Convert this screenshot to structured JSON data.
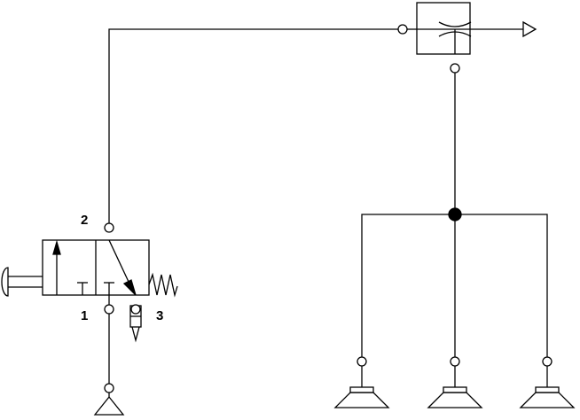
{
  "diagram": {
    "colors": {
      "line": "#000000",
      "background": "#ffffff"
    },
    "valve": {
      "ports": {
        "outlet_label": "2",
        "supply_label": "1",
        "exhaust_label": "3"
      }
    },
    "components": [
      "push-button-actuator-icon",
      "three-two-way-valve-icon",
      "return-spring-icon",
      "exhaust-silencer-icon",
      "pressure-source-icon",
      "vacuum-ejector-icon",
      "exhaust-outlet-icon",
      "junction-dot-icon",
      "suction-cup-icon"
    ]
  }
}
